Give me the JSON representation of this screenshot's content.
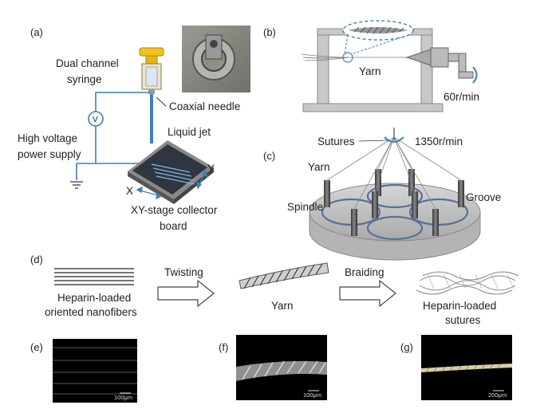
{
  "panels": {
    "a": {
      "label": "(a)",
      "syringe_label": [
        "Dual channel",
        "syringe"
      ],
      "needle_label": "Coaxial needle",
      "jet_label": "Liquid jet",
      "power_label": [
        "High voltage",
        "power supply"
      ],
      "voltmeter_symbol": "V",
      "collector_label": [
        "XY-stage collector",
        "board"
      ],
      "axis_x": "X",
      "axis_y": "Y"
    },
    "b": {
      "label": "(b)",
      "yarn_label": "Yarn",
      "speed": "60r/min"
    },
    "c": {
      "label": "(c)",
      "sutures_label": "Sutures",
      "speed": "1350r/min",
      "yarn_label": "Yarn",
      "spindle_label": "Spindle",
      "groove_label": "Groove"
    },
    "d": {
      "label": "(d)",
      "step1_label": [
        "Heparin-loaded",
        "oriented nanofibers"
      ],
      "arrow1_label": "Twisting",
      "step2_label": "Yarn",
      "arrow2_label": "Braiding",
      "step3_label": [
        "Heparin-loaded",
        "sutures"
      ]
    },
    "e": {
      "label": "(e)",
      "scale": "100μm"
    },
    "f": {
      "label": "(f)",
      "scale": "100μm"
    },
    "g": {
      "label": "(g)",
      "scale": "200μm"
    }
  },
  "colors": {
    "syringe_cap": "#f2c21a",
    "needle_blue": "#3f7fbf",
    "fiber_blue": "#7ab8e0",
    "collector": "#2f3640",
    "platform": "#c9c9c9",
    "micrograph_bg": "#000000"
  }
}
